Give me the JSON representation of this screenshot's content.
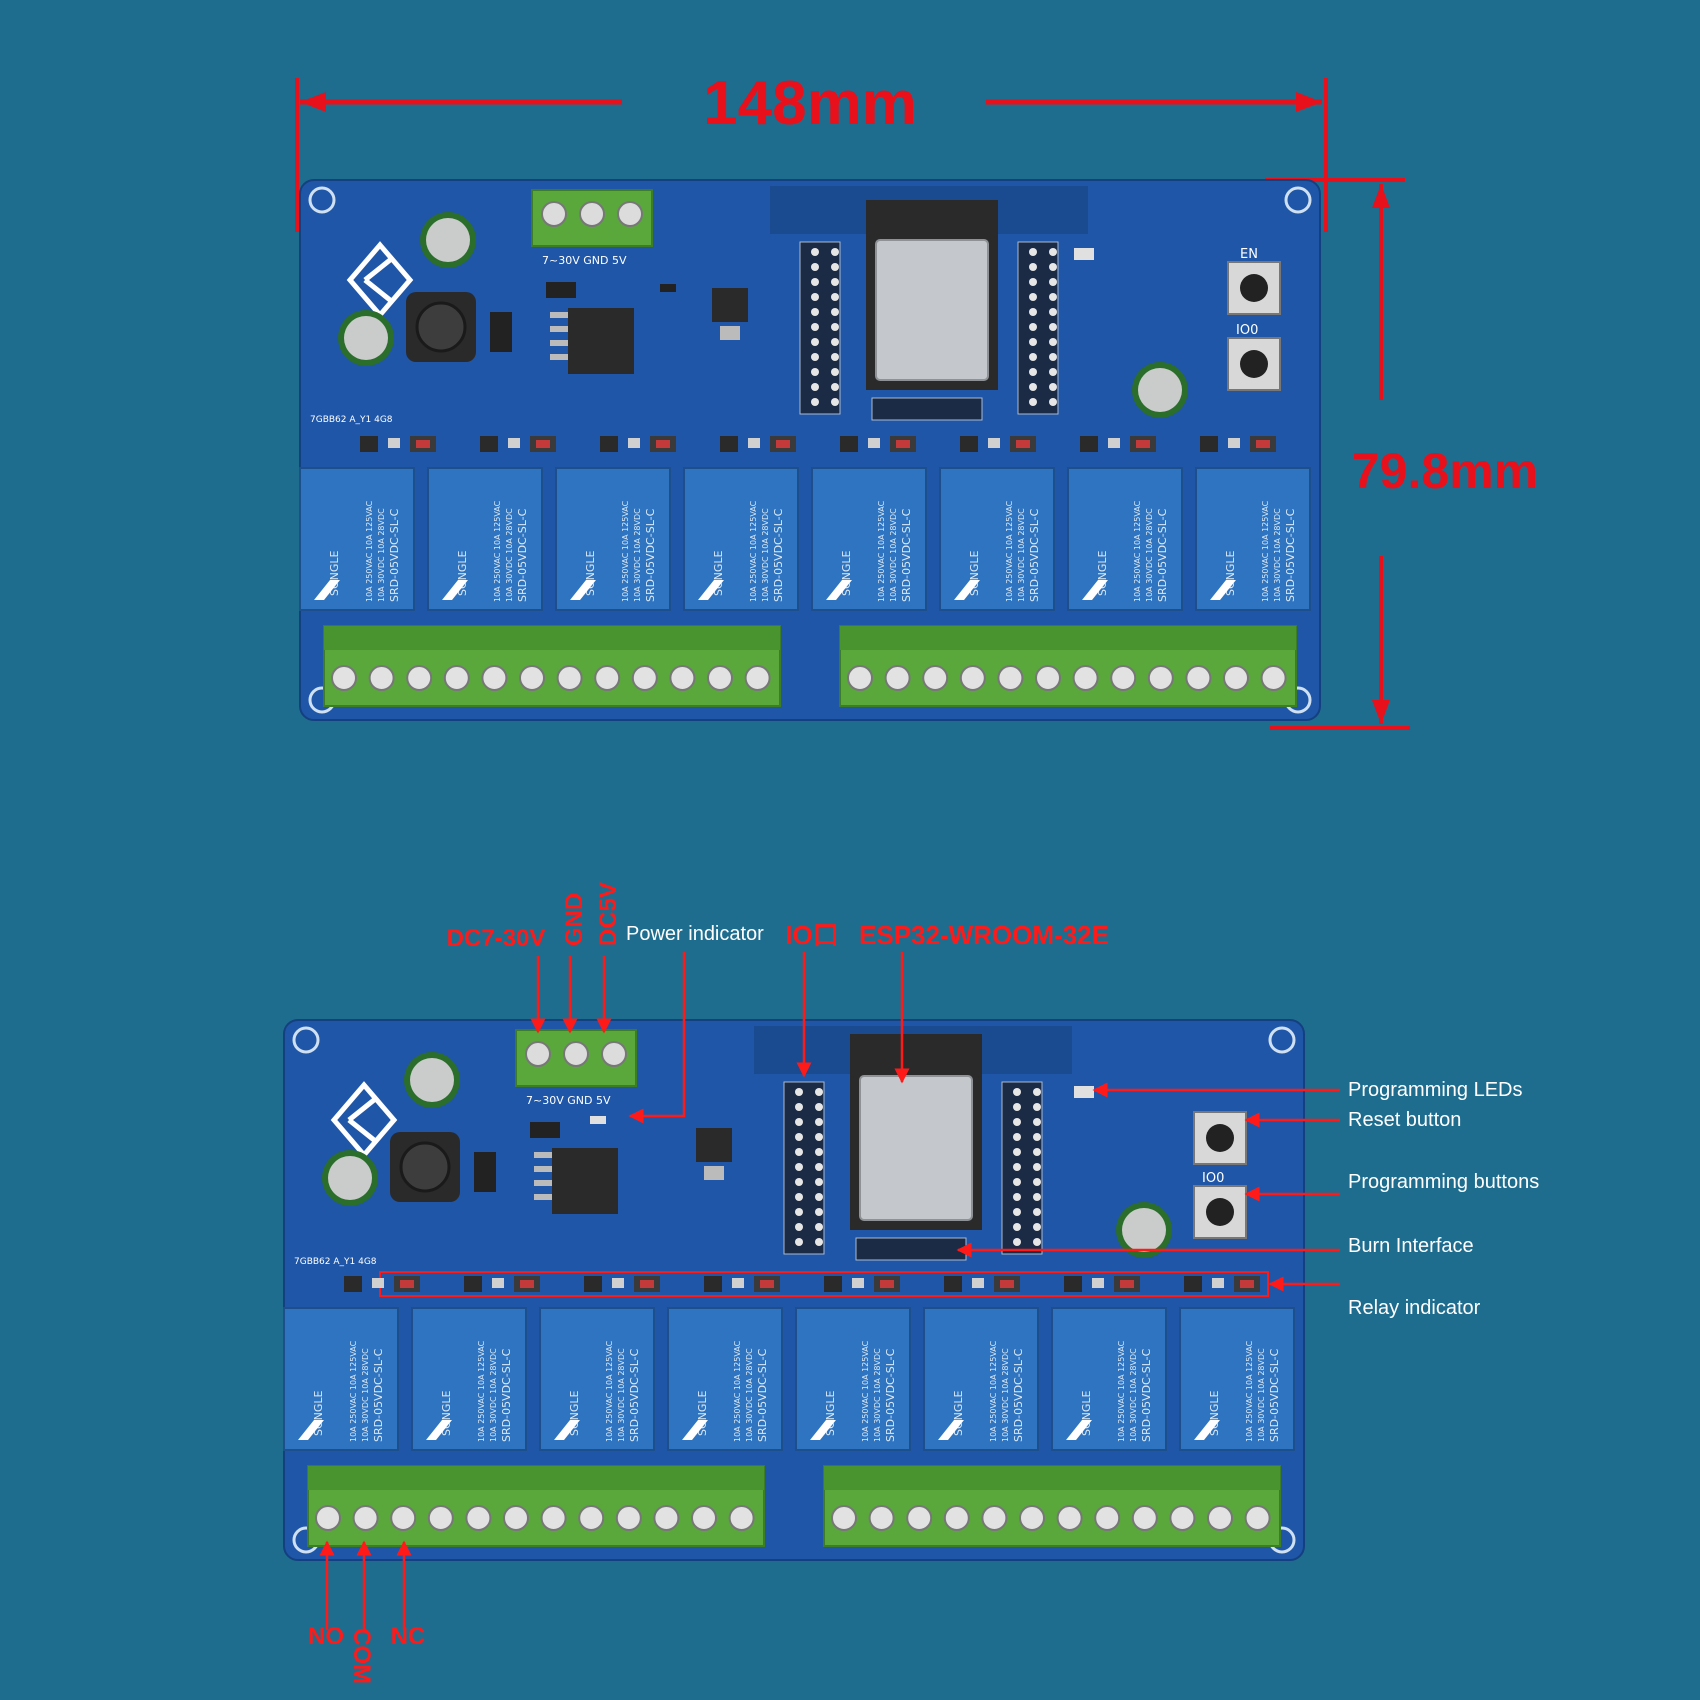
{
  "dimensions": {
    "width": "148mm",
    "height": "79.8mm"
  },
  "colors": {
    "background": "#1e6d8f",
    "pcb": "#1f56a8",
    "relay": "#2f74c0",
    "terminal": "#5aa83b",
    "annotation": "#ff1a1a"
  },
  "board": {
    "supply_silk": "7~30V GND  5V",
    "version_silk": "7GBB62 A_Y1 4G8",
    "en_silk": "EN",
    "io0_silk": "IO0",
    "relay_brand": "SONGLE",
    "relay_model": "SRD-05VDC-SL-C",
    "relay_rating_1": "10A 250VAC  10A 125VAC",
    "relay_rating_2": "10A 30VDC   10A 28VDC"
  },
  "annotations": {
    "dc_in": "DC7-30V",
    "gnd": "GND",
    "dc_5v": "DC5V",
    "power_indicator": "Power indicator",
    "io_port": "IO口",
    "module": "ESP32-WROOM-32E",
    "programming_leds": "Programming LEDs",
    "reset_button": "Reset button",
    "programming_buttons": "Programming buttons",
    "burn_interface": "Burn Interface",
    "relay_indicator": "Relay indicator",
    "no": "NO",
    "com": "COM",
    "nc": "NC"
  }
}
